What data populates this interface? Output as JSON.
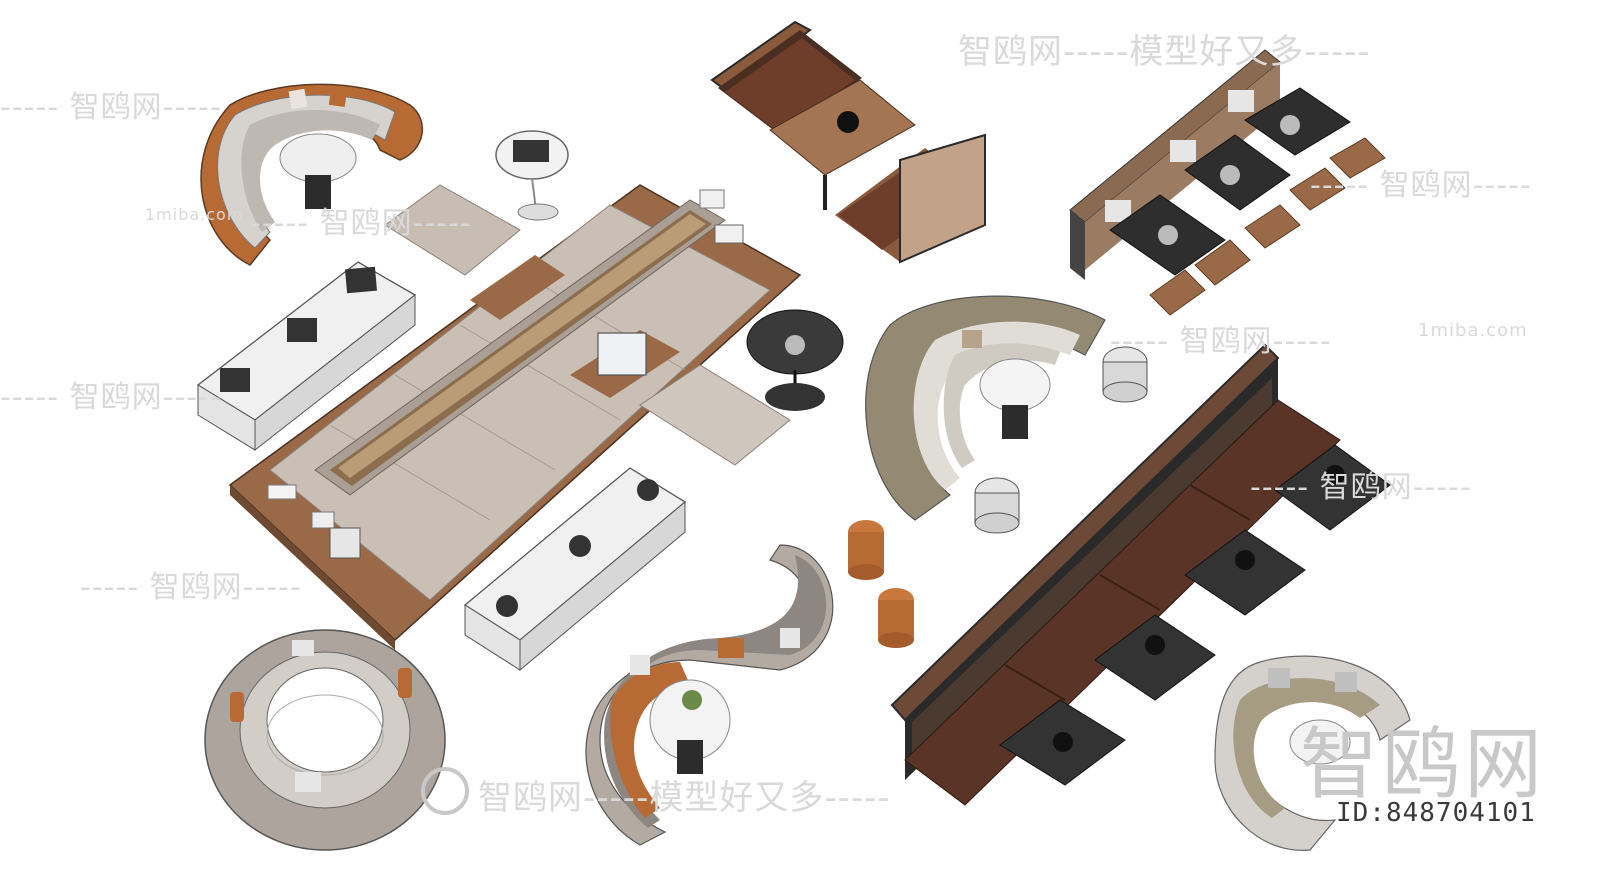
{
  "watermark": {
    "text_main": "智鸥网-----模型好又多-----",
    "text_short": "----- 智鸥网-----",
    "site": "1miba.com",
    "logo_big": "智鸥网",
    "id_label": "ID:848704101"
  },
  "colors": {
    "background": "#ffffff",
    "sofa_grey": "#c8c1bb",
    "sofa_orange": "#b86a35",
    "wood": "#8a5a3c",
    "dark_table": "#3a3a3a",
    "cushion_brown": "#5a3426"
  },
  "objects": [
    "curved-orange-sofa",
    "side-table-round",
    "large-sectional-sofa-with-bookcase",
    "display-counter-left",
    "display-counter-bottom",
    "booth-dining-set",
    "bar-dining-table-set",
    "dark-round-side-table",
    "curved-olive-sofa",
    "s-curve-sofa",
    "orange-stools",
    "long-banquette-with-tables",
    "round-ring-sofa",
    "c-shaped-grey-sofa"
  ]
}
